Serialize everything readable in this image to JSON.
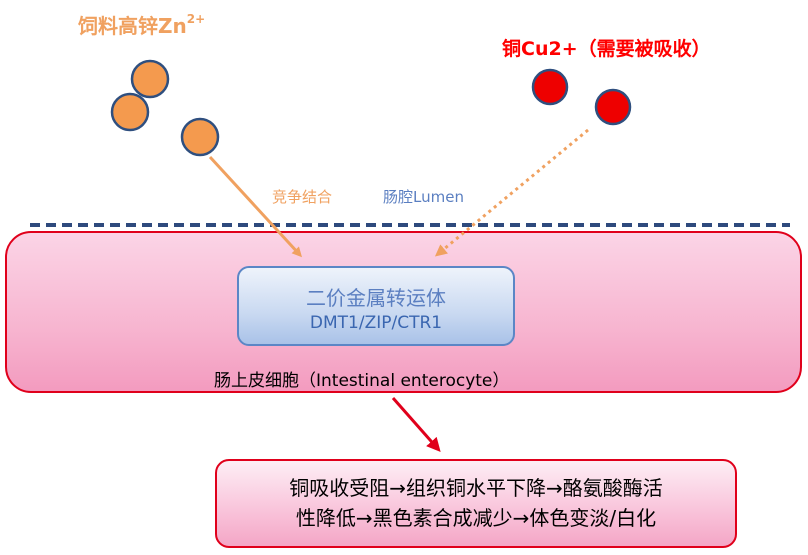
{
  "zn": {
    "title": "饲料高锌Zn",
    "superscript": "2+"
  },
  "cu": {
    "title": "铜Cu2+（需要被吸收）"
  },
  "labels": {
    "compete": "竞争结合",
    "lumen": "肠腔Lumen"
  },
  "transporter": {
    "line1": "二价金属转运体",
    "line2": "DMT1/ZIP/CTR1"
  },
  "cell": {
    "label": "肠上皮细胞（Intestinal enterocyte）"
  },
  "result": {
    "line1": "铜吸收受阻→组织铜水平下降→酪氨酸酶活",
    "line2": "性降低→黑色素合成减少→体色变淡/白化"
  },
  "colors": {
    "zinc": "#f49a4e",
    "copper": "#ee0000",
    "lumen_line": "#2e4a7d",
    "cell_border": "#e0001b",
    "transporter": "#a9c2e8"
  }
}
